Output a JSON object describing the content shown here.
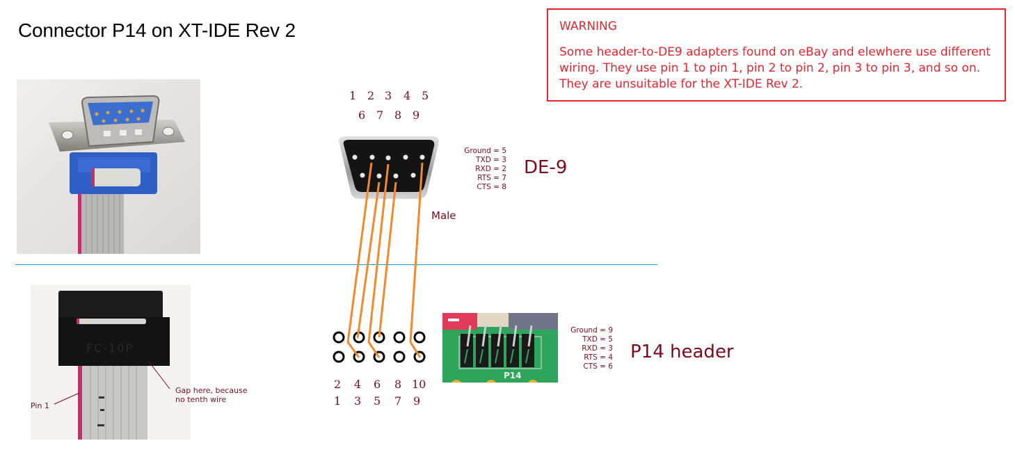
{
  "title": "Connector P14 on XT-IDE Rev 2",
  "warning": {
    "heading": "WARNING",
    "body": "Some header-to-DE9 adapters found on eBay and elewhere use different wiring.  They use pin 1 to pin 1, pin 2 to pin 2, pin 3 to pin 3, and so on.  They are unsuitable for the XT-IDE Rev 2."
  },
  "de9": {
    "label": "DE-9",
    "gender": "Male",
    "pins_top_row": [
      "1",
      "2",
      "3",
      "4",
      "5"
    ],
    "pins_bottom_row": [
      "6",
      "7",
      "8",
      "9"
    ],
    "signals": [
      "Ground = 5",
      "TXD = 3",
      "RXD = 2",
      "RTS = 7",
      "CTS = 8"
    ]
  },
  "p14": {
    "label": "P14 header",
    "pins_top_row": [
      "2",
      "4",
      "6",
      "8",
      "10"
    ],
    "pins_bottom_row": [
      "1",
      "3",
      "5",
      "7",
      "9"
    ],
    "signals": [
      "Ground = 9",
      "TXD = 5",
      "RXD = 3",
      "RTS = 4",
      "CTS = 6"
    ],
    "silkscreen": "P14"
  },
  "wiring": [
    {
      "signal": "RXD",
      "de9_pin": 2,
      "p14_pin": 3
    },
    {
      "signal": "RTS",
      "de9_pin": 7,
      "p14_pin": 4
    },
    {
      "signal": "TXD",
      "de9_pin": 3,
      "p14_pin": 5
    },
    {
      "signal": "CTS",
      "de9_pin": 8,
      "p14_pin": 6
    },
    {
      "signal": "Ground",
      "de9_pin": 5,
      "p14_pin": 9
    }
  ],
  "annotations": {
    "pin1": "Pin 1",
    "gap_line1": "Gap here, because",
    "gap_line2": "no tenth wire",
    "idc_marking": "FC-10P"
  },
  "colors": {
    "warning": "#e8242e",
    "label": "#7d0a1c",
    "wire": "#f5892a",
    "divider": "#1ba0d0"
  }
}
